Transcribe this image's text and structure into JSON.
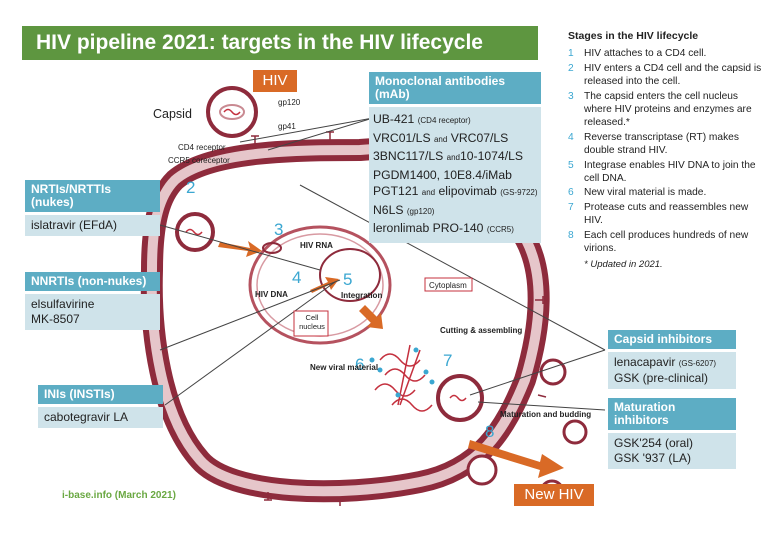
{
  "title": "HIV pipeline 2021: targets in the HIV lifecycle",
  "source": "i-base.info (March 2021)",
  "tags": {
    "hiv": "HIV",
    "new_hiv": "New HIV"
  },
  "diagram_labels": {
    "capsid": "Capsid",
    "gp120": "gp120",
    "gp41": "gp41",
    "cd4": "CD4 receptor",
    "ccr5": "CCR5 coreceptor",
    "hiv_rna": "HIV RNA",
    "hiv_dna": "HIV DNA",
    "integration": "Integration",
    "cytoplasm": "Cytoplasm",
    "nucleus": "Cell nucleus",
    "cutting": "Cutting & assembling",
    "new_material": "New viral material",
    "maturation": "Maturation and budding",
    "step_numbers": [
      "2",
      "3",
      "4",
      "5",
      "6",
      "7",
      "8"
    ]
  },
  "mab": {
    "header": "Monoclonal antibodies (mAb)",
    "lines": [
      {
        "main": "UB-421",
        "small": "(CD4 receptor)",
        "rest": ""
      },
      {
        "main": "VRC01/LS",
        "small": "and",
        "rest": "VRC07/LS"
      },
      {
        "main": "3BNC117/LS",
        "small": "and",
        "rest": "10-1074/LS"
      },
      {
        "main": "PGDM1400, 10E8.4/iMab",
        "small": "",
        "rest": ""
      },
      {
        "main": "PGT121",
        "small": "and",
        "rest": "elipovimab",
        "small2": "(GS-9722)"
      },
      {
        "main": "N6LS",
        "small": "(gp120)",
        "rest": ""
      },
      {
        "main": "leronlimab PRO-140",
        "small": "(CCR5)",
        "rest": ""
      }
    ]
  },
  "nrti": {
    "header": "NRTIs/NRTTIs (nukes)",
    "items": [
      "islatravir (EFdA)"
    ]
  },
  "nnrti": {
    "header": "NNRTIs (non-nukes)",
    "items": [
      "elsulfavirine",
      "MK-8507"
    ]
  },
  "ini": {
    "header": "INIs (INSTIs)",
    "items": [
      "cabotegravir LA"
    ]
  },
  "capsid_inhib": {
    "header": "Capsid inhibitors",
    "items": [
      "lenacapavir",
      "GSK (pre-clinical)"
    ],
    "note": "(GS-6207)"
  },
  "maturation_inhib": {
    "header": "Maturation inhibitors",
    "items": [
      "GSK'254 (oral)",
      "GSK '937 (LA)"
    ]
  },
  "stages": {
    "title": "Stages in the HIV lifecycle",
    "items": [
      {
        "n": "1",
        "text": "HIV attaches to a CD4 cell."
      },
      {
        "n": "2",
        "text": "HIV enters a CD4 cell and the capsid is released into the cell."
      },
      {
        "n": "3",
        "text": "The capsid enters the cell nucleus where HIV proteins and enzymes are released.*"
      },
      {
        "n": "4",
        "text": "Reverse transcriptase (RT) makes double strand HIV."
      },
      {
        "n": "5",
        "text": "Integrase enables HIV DNA to join the cell DNA."
      },
      {
        "n": "6",
        "text": "New viral material is made."
      },
      {
        "n": "7",
        "text": "Protease cuts and reassembles new HIV."
      },
      {
        "n": "8",
        "text": "Each cell produces hundreds of new virions."
      }
    ],
    "note": "* Updated in 2021."
  },
  "colors": {
    "green": "#5e9640",
    "teal": "#5dadc4",
    "light": "#cfe3ea",
    "orange": "#d96a26",
    "maroon": "#8e2b3c",
    "pink": "#c98a92",
    "blue": "#3ba7d1"
  }
}
